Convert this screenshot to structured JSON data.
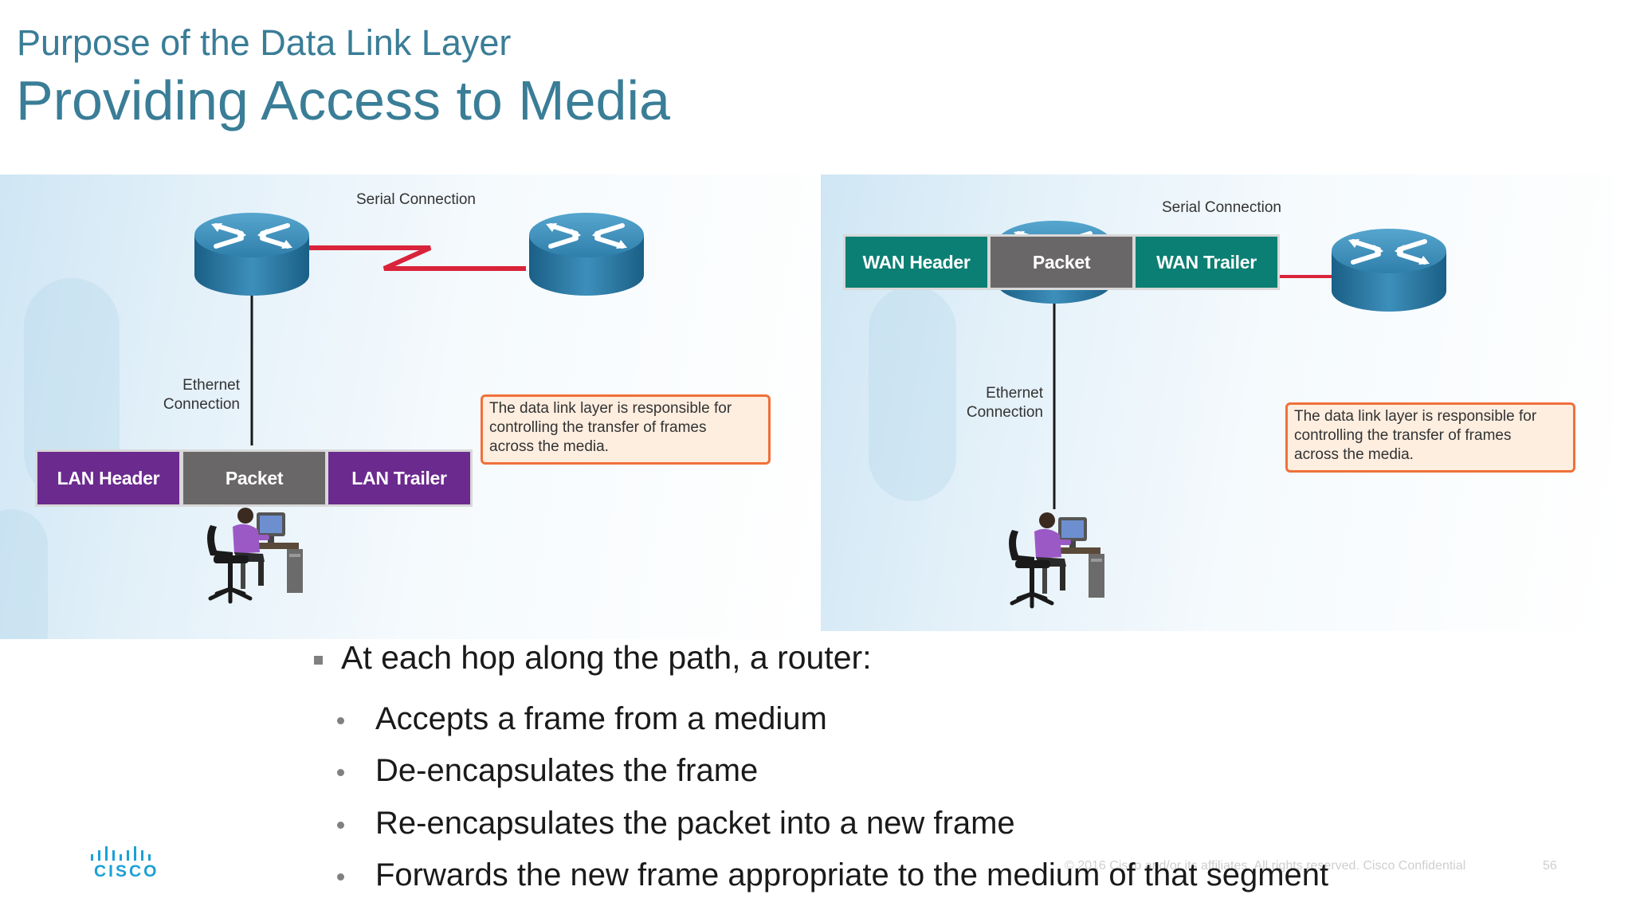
{
  "slide": {
    "subtitle": "Purpose of the Data Link Layer",
    "title": "Providing Access to Media"
  },
  "left_figure": {
    "serial_label": "Serial Connection",
    "ethernet_label_line1": "Ethernet",
    "ethernet_label_line2": "Connection",
    "frame": [
      "LAN Header",
      "Packet",
      "LAN Trailer"
    ],
    "callout": [
      "The data link layer is responsible for",
      "controlling the transfer of frames",
      "across the media."
    ]
  },
  "right_figure": {
    "serial_label": "Serial Connection",
    "ethernet_label_line1": "Ethernet",
    "ethernet_label_line2": "Connection",
    "frame": [
      "WAN Header",
      "Packet",
      "WAN Trailer"
    ],
    "callout": [
      "The data link layer is responsible for",
      "controlling the transfer of frames",
      "across the media."
    ]
  },
  "bullets": {
    "main": "At each hop along the path, a router:",
    "items": [
      "Accepts a frame from a medium",
      "De-encapsulates the frame",
      "Re-encapsulates the packet into a new frame",
      "Forwards the new frame appropriate to the medium of that segment"
    ]
  },
  "footer": {
    "copyright": "© 2016  Cisco and/or its affiliates. All rights reserved.   Cisco Confidential",
    "page_number": "56",
    "logo_text": "CISCO"
  },
  "colors": {
    "title": "#3a7d97",
    "lan_frame": "#6b2a8e",
    "packet": "#6a6769",
    "wan_frame": "#0b7f73",
    "serial_link": "#d9233a",
    "callout_border": "#f0703a",
    "cisco_logo": "#1ba0d7"
  },
  "icons": [
    "router-icon",
    "user-workstation-icon",
    "cisco-logo"
  ]
}
